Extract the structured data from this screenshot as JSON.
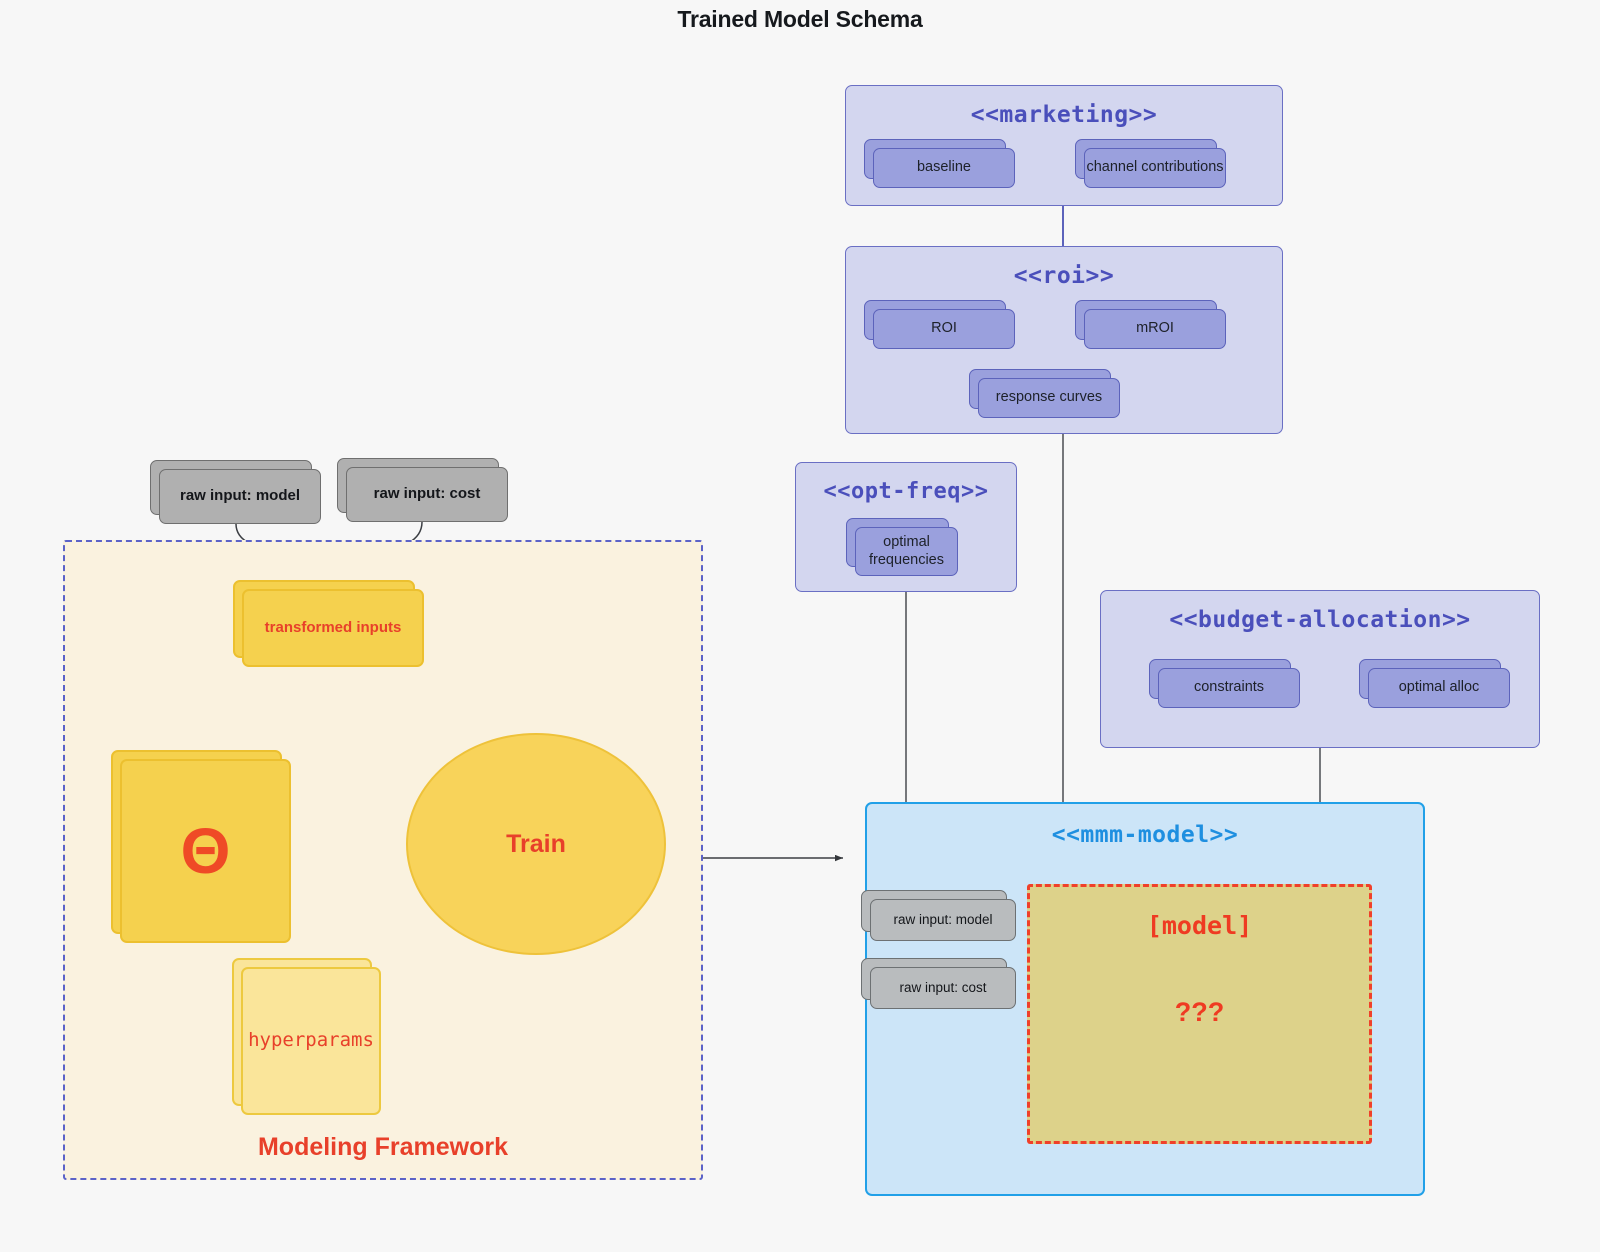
{
  "title": "Trained Model Schema",
  "clusters": {
    "marketing": {
      "label": "<<marketing>>",
      "nodes": [
        {
          "label": "baseline"
        },
        {
          "label": "channel contributions"
        }
      ]
    },
    "roi": {
      "label": "<<roi>>",
      "nodes": [
        {
          "label": "ROI"
        },
        {
          "label": "mROI"
        },
        {
          "label": "response curves"
        }
      ]
    },
    "opt_freq": {
      "label": "<<opt-freq>>",
      "nodes": [
        {
          "label": "optimal\nfrequencies",
          "line1": "optimal",
          "line2": "frequencies"
        }
      ]
    },
    "budget_allocation": {
      "label": "<<budget-allocation>>",
      "nodes": [
        {
          "label": "constraints"
        },
        {
          "label": "optimal alloc"
        }
      ]
    },
    "mmm_model": {
      "label": "<<mmm-model>>",
      "nodes": [
        {
          "label": "raw input: model"
        },
        {
          "label": "raw input: cost"
        }
      ],
      "model_box": {
        "title": "[model]",
        "unknown": "???"
      }
    }
  },
  "framework": {
    "label": "Modeling Framework",
    "inputs": [
      {
        "label": "raw input: model"
      },
      {
        "label": "raw input: cost"
      }
    ],
    "transformed": {
      "label": "transformed inputs"
    },
    "theta": {
      "label": "Θ"
    },
    "hyperparams": {
      "label": "hyperparams"
    },
    "train": {
      "label": "Train"
    }
  },
  "colors": {
    "purple_cluster_bg": "#d3d6ef",
    "purple_cluster_border": "#6a6fc4",
    "purple_node_bg": "#9aa0dd",
    "purple_label": "#4a4fbb",
    "blue_cluster_bg": "#cce5f8",
    "blue_cluster_border": "#21a0e8",
    "blue_label": "#1e8fe0",
    "grey_node_bg": "#b0b0b0",
    "yellow_strong": "#f5d14e",
    "yellow_light": "#fae59a",
    "cream_bg": "#faf2df",
    "accent_red": "#e8402a",
    "model_box_bg": "#ddd28a",
    "page_bg": "#f7f7f7"
  }
}
